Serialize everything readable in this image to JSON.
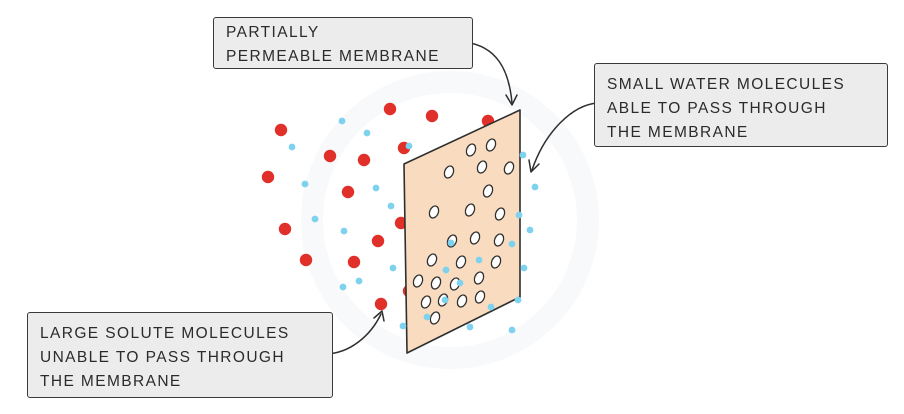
{
  "labels": {
    "membrane": [
      "PARTIALLY",
      "PERMEABLE MEMBRANE"
    ],
    "water": [
      "SMALL WATER MOLECULES",
      "ABLE TO PASS THROUGH",
      "THE MEMBRANE"
    ],
    "solute": [
      "LARGE SOLUTE MOLECULES",
      "UNABLE TO PASS THROUGH",
      "THE MEMBRANE"
    ]
  },
  "colors": {
    "solute_molecule": "#e03029",
    "water_molecule": "#7fd2ee",
    "membrane_fill": "#f9dcc0",
    "outline": "#2f2f2f",
    "callout_fill": "#ececec"
  }
}
